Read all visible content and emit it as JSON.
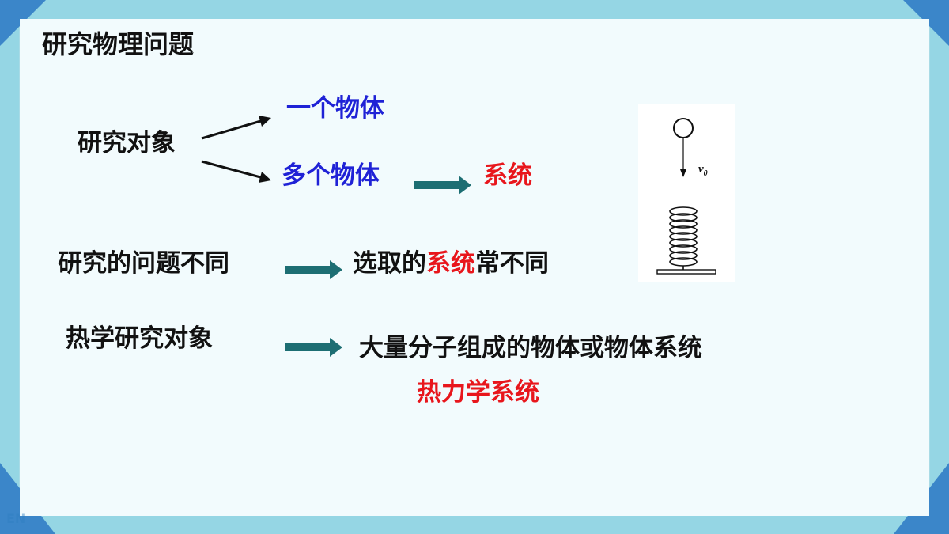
{
  "slide": {
    "title": "研究物理问题",
    "row1": {
      "label": "研究对象",
      "branch_single": "一个物体",
      "branch_multi": "多个物体",
      "result": "系统"
    },
    "row2": {
      "label": "研究的问题不同",
      "result_prefix": "选取的",
      "result_highlight": "系统",
      "result_suffix": "常不同"
    },
    "row3": {
      "label": "热学研究对象",
      "result": "大量分子组成的物体或物体系统",
      "result_term": "热力学系统"
    },
    "figure": {
      "velocity_label": "v",
      "velocity_subscript": "0"
    }
  },
  "watermark": "EN",
  "colors": {
    "frame": "#95d6e4",
    "corner": "#3b86c9",
    "slide_bg": "#f2fbfd",
    "blue_text": "#1f22d6",
    "red_text": "#e8161c",
    "block_arrow": "#1d6e73"
  }
}
